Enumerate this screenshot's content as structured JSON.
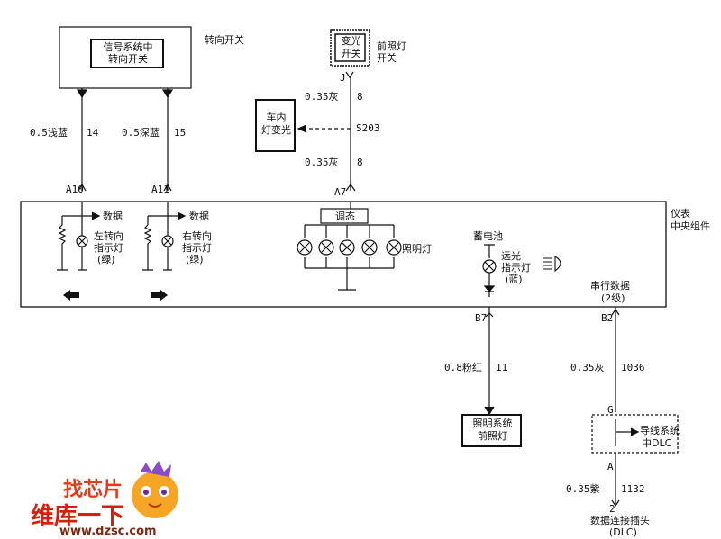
{
  "turn_switch": {
    "label": "转向开关",
    "inner_line1": "信号系统中",
    "inner_line2": "转向开关"
  },
  "dimmer_switch": {
    "inner_line1": "变光",
    "inner_line2": "开关",
    "label_line1": "前照灯",
    "label_line2": "开关",
    "pin": "J"
  },
  "interior_box": {
    "line1": "车内",
    "line2": "灯变光"
  },
  "wires": {
    "w14": {
      "spec": "0.5浅蓝",
      "num": "14"
    },
    "w15": {
      "spec": "0.5深蓝",
      "num": "15"
    },
    "w8a": {
      "spec": "0.35灰",
      "num": "8"
    },
    "splice": "S203",
    "w8b": {
      "spec": "0.35灰",
      "num": "8"
    },
    "w11": {
      "spec": "0.8粉红",
      "num": "11"
    },
    "w1036": {
      "spec": "0.35灰",
      "num": "1036"
    },
    "w1132": {
      "spec": "0.35紫",
      "num": "1132"
    }
  },
  "connectors": {
    "a10": "A10",
    "a11": "A11",
    "a7": "A7",
    "b7": "B7",
    "b2": "B2",
    "g": "G",
    "a": "A",
    "two": "2"
  },
  "cluster": {
    "label_line1": "仪表",
    "label_line2": "中央组件",
    "data1": "数据",
    "data2": "数据",
    "left_l1": "左转向",
    "left_l2": "指示灯",
    "left_l3": "(绿)",
    "right_l1": "右转向",
    "right_l2": "指示灯",
    "right_l3": "(绿)",
    "dimmer": "调态",
    "illum": "照明灯",
    "battery": "蓄电池",
    "hb_l1": "远光",
    "hb_l2": "指示灯",
    "hb_l3": "(蓝)",
    "serial_l1": "串行数据",
    "serial_l2": "(2级)"
  },
  "lighting_box": {
    "line1": "照明系统",
    "line2": "前照灯"
  },
  "dlc_box": {
    "line1": "导线系统",
    "line2": "中DLC"
  },
  "dlc_label": {
    "line1": "数据连接插头",
    "line2": "(DLC)"
  },
  "watermark": {
    "top": "找芯片",
    "main": "维库一下",
    "url": "www.dzsc.com"
  }
}
